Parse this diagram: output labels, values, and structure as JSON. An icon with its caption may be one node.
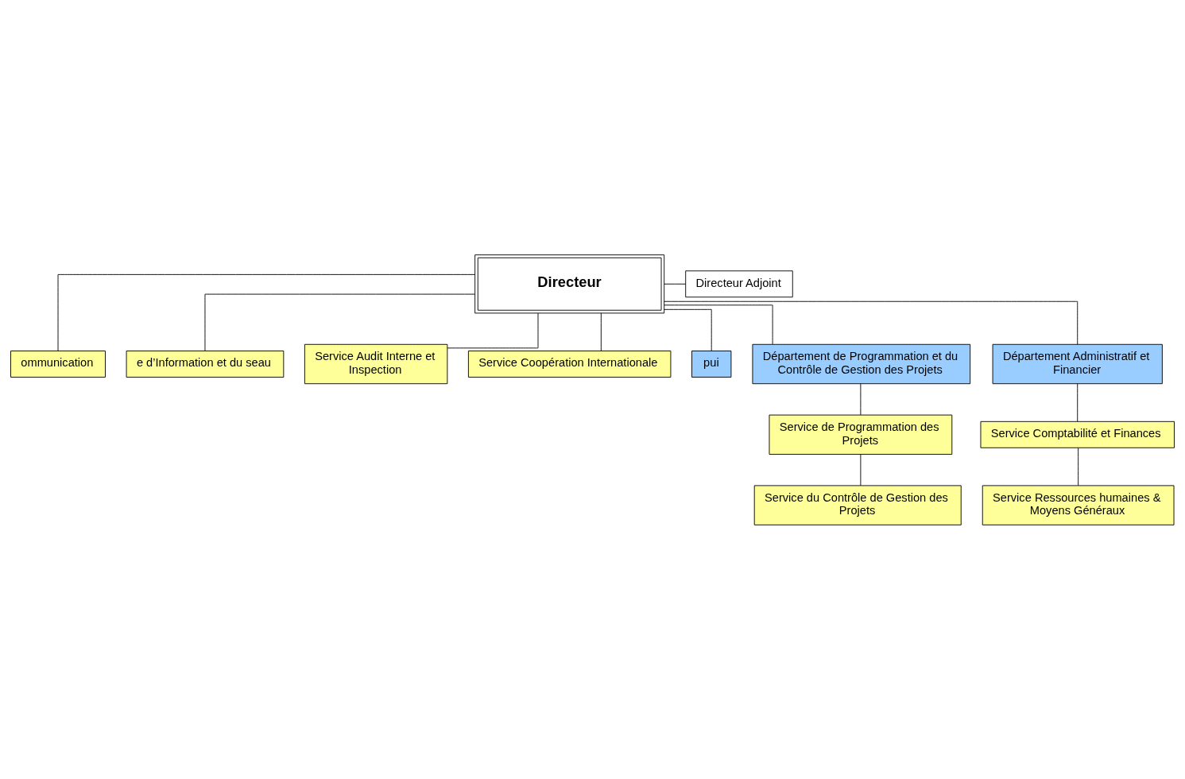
{
  "diagram": {
    "nodes": [
      {
        "text": [
          "Directeur"
        ]
      },
      {
        "text": [
          "Directeur Adjoint"
        ]
      },
      {
        "text": [
          "ommunication"
        ]
      },
      {
        "text": [
          "e d’Information et du seau"
        ]
      },
      {
        "text": [
          "Service Audit Interne et Inspection"
        ]
      },
      {
        "text": [
          "Service Coopération Internationale"
        ]
      },
      {
        "text": [
          "pui"
        ]
      },
      {
        "text": [
          "Département de Programmation et du Contrôle de Gestion des Projets"
        ]
      },
      {
        "text": [
          "Département Administratif et Financier"
        ]
      },
      {
        "text": [
          "Service de Programmation des Projets"
        ]
      },
      {
        "text": [
          "Service du Contrôle de Gestion des Projets"
        ]
      },
      {
        "text": [
          "Service Comptabilité et Finances"
        ]
      },
      {
        "text": [
          "Service Ressources humaines & Moyens Généraux"
        ]
      }
    ],
    "edges": [
      {
        "from": 0,
        "to": 1,
        "arrow": "none"
      },
      {
        "from": 0,
        "to": 2,
        "arrow": "none"
      },
      {
        "from": 0,
        "to": 3,
        "arrow": "none"
      },
      {
        "from": 0,
        "to": 4,
        "arrow": "none"
      },
      {
        "from": 0,
        "to": 5,
        "arrow": "none"
      },
      {
        "from": 0,
        "to": 6,
        "arrow": "none"
      },
      {
        "from": 0,
        "to": 7,
        "arrow": "none"
      },
      {
        "from": 0,
        "to": 8,
        "arrow": "none"
      },
      {
        "from": 7,
        "to": 9,
        "arrow": "none"
      },
      {
        "from": 9,
        "to": 10,
        "arrow": "none"
      },
      {
        "from": 8,
        "to": 11,
        "arrow": "none"
      },
      {
        "from": 11,
        "to": 12,
        "arrow": "none"
      }
    ]
  }
}
